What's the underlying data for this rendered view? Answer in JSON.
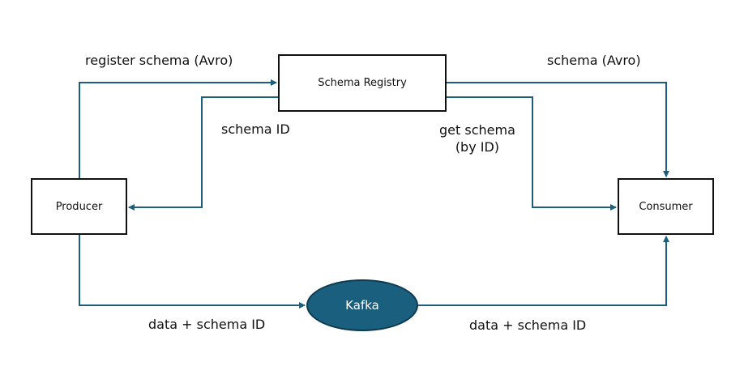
{
  "nodes": {
    "schema_registry": "Schema Registry",
    "producer": "Producer",
    "consumer": "Consumer",
    "kafka": "Kafka"
  },
  "edges": {
    "register_schema": "register schema (Avro)",
    "schema_id": "schema ID",
    "schema_avro": "schema (Avro)",
    "get_schema_line1": "get schema",
    "get_schema_line2": "(by ID)",
    "data_producer_to_kafka": "data + schema ID",
    "data_kafka_to_consumer": "data + schema ID"
  },
  "colors": {
    "arrow": "#1a5f7e",
    "kafka_fill": "#1a5f7e",
    "box_border": "#111111"
  }
}
